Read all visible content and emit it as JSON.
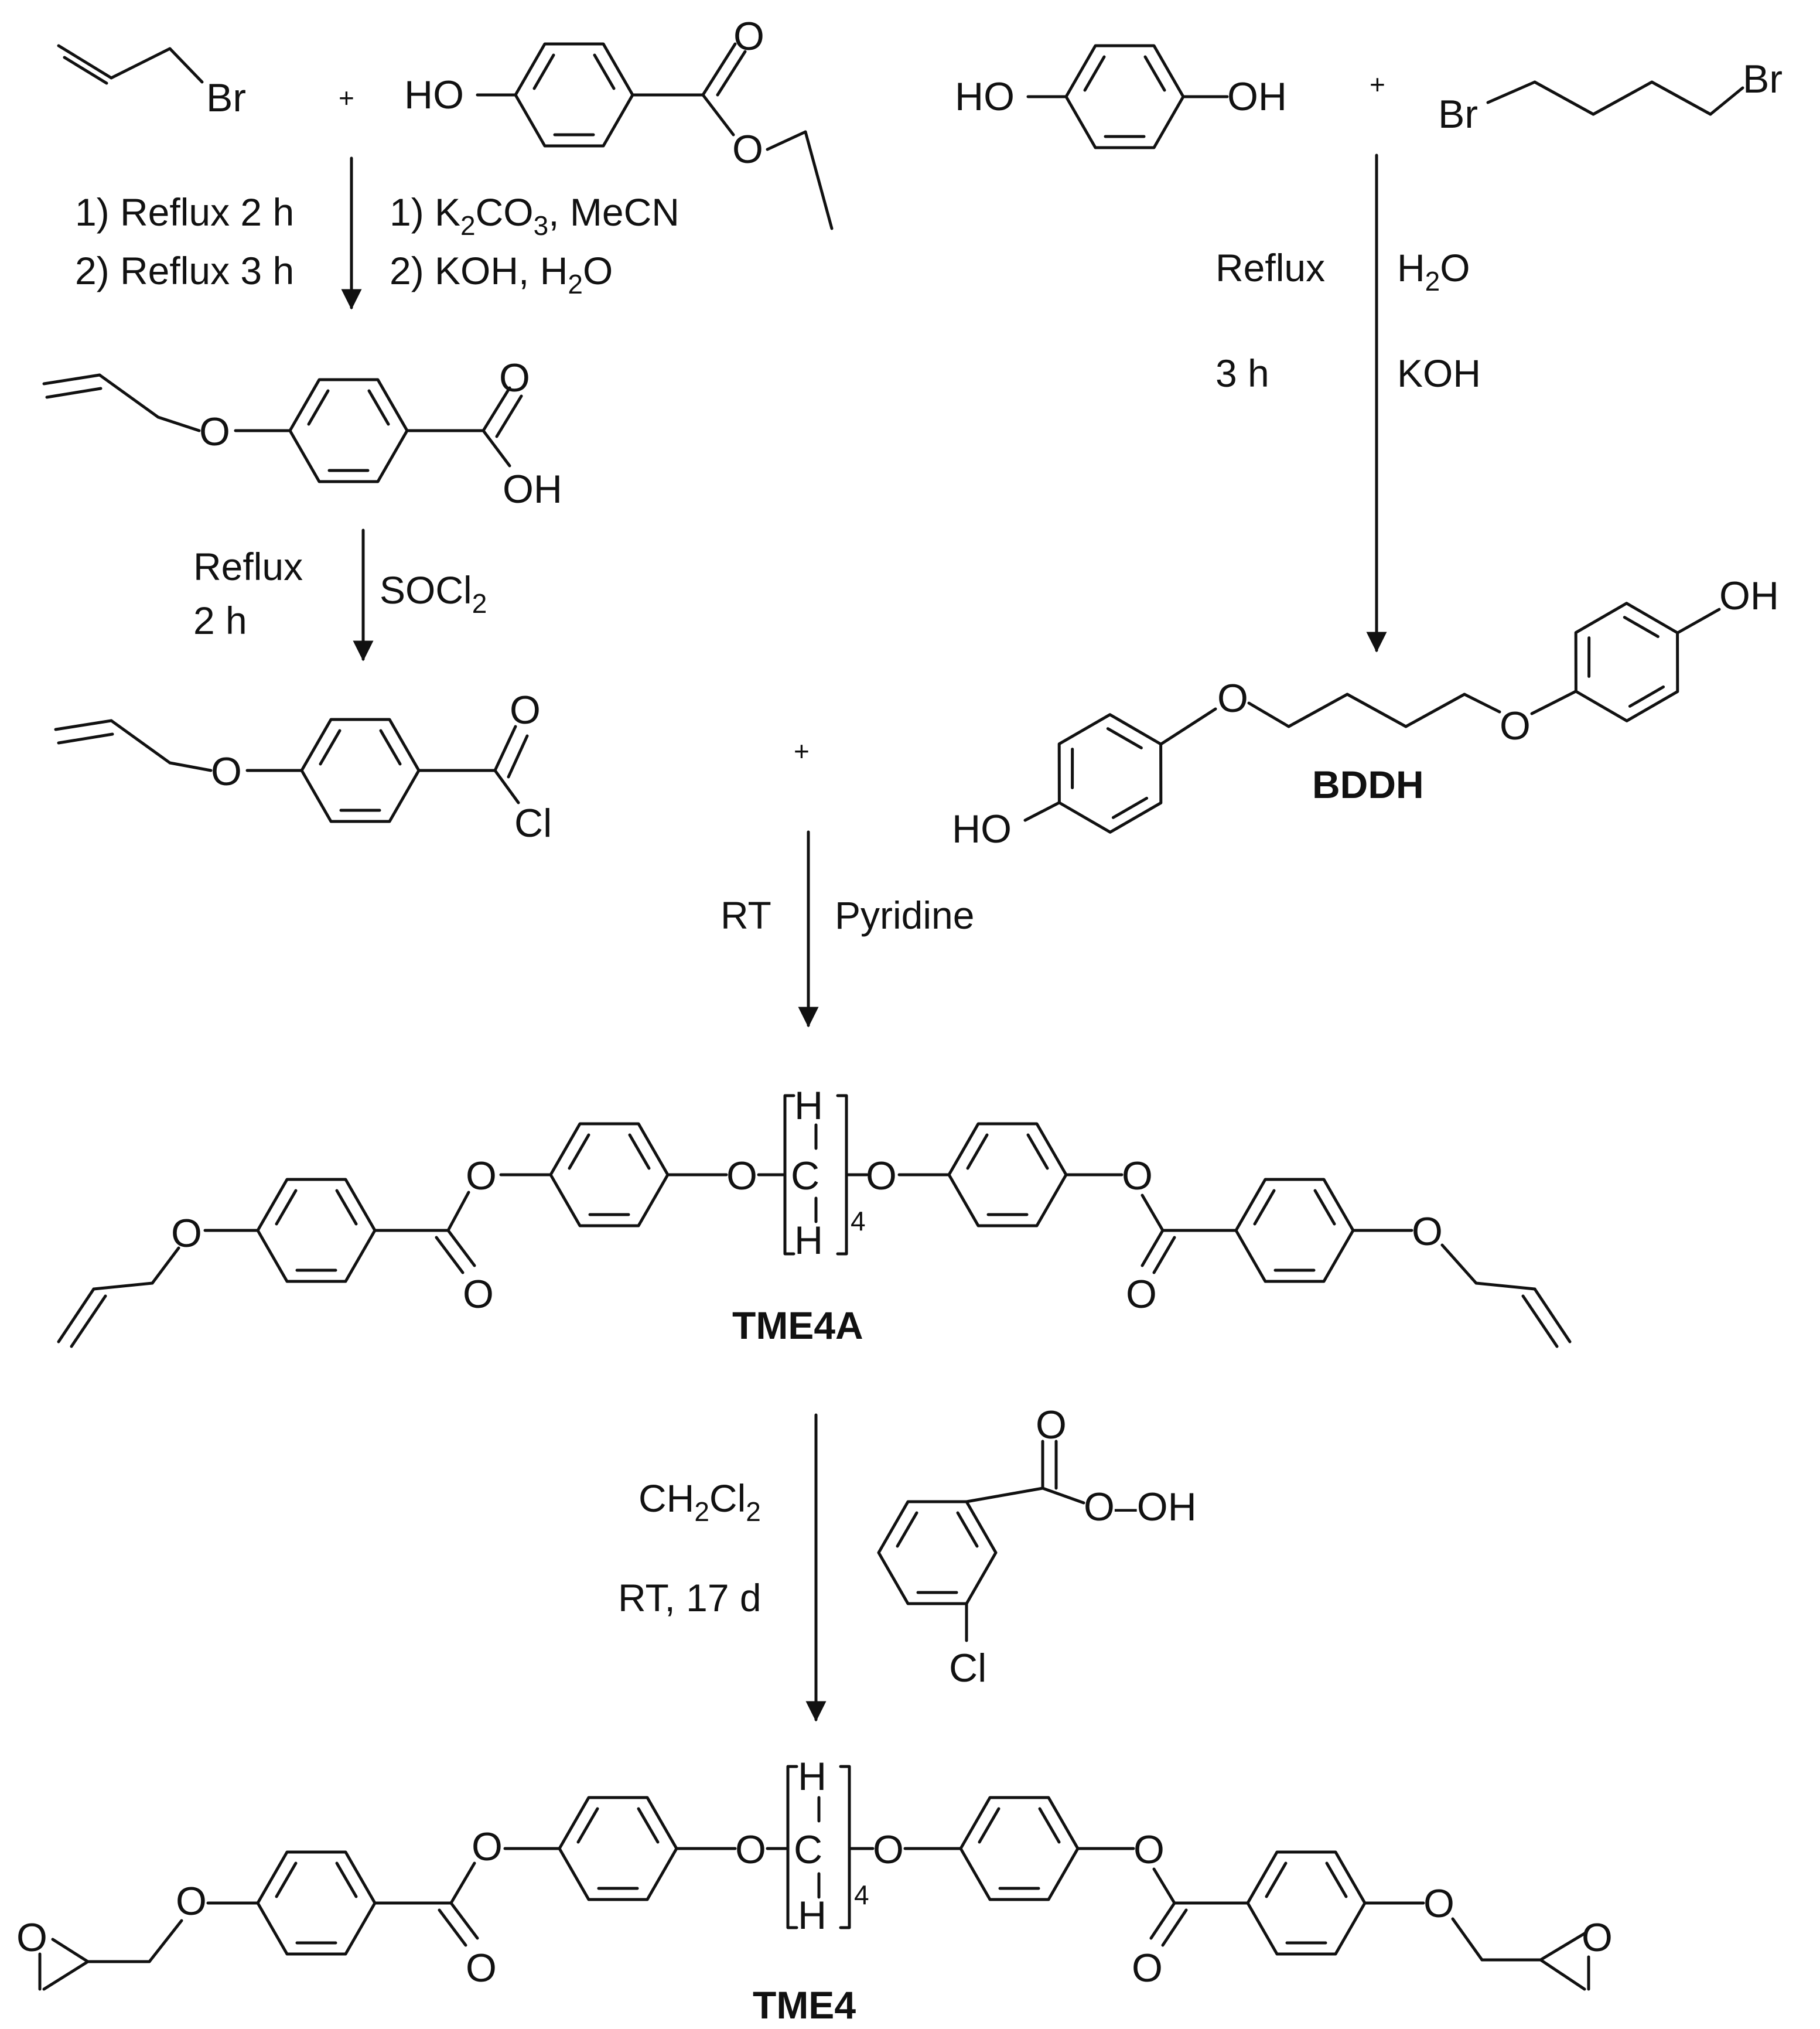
{
  "atoms": {
    "br": "Br",
    "ho": "HO",
    "oh": "OH",
    "o": "O",
    "cl": "Cl",
    "h": "H",
    "c": "C",
    "n4": "4"
  },
  "plus": "+",
  "step1": {
    "left_1": "1) Reflux 2 h",
    "left_2": "2) Reflux 3 h",
    "right_1a": "1) K",
    "right_1b": "2",
    "right_1c": "CO",
    "right_1d": "3",
    "right_1e": ", MeCN",
    "right_2a": "2) KOH, H",
    "right_2b": "2",
    "right_2c": "O"
  },
  "step2": {
    "left_1": "Reflux",
    "left_2": "2 h",
    "right_a": "SOCl",
    "right_b": "2"
  },
  "step3": {
    "left_1": "Reflux",
    "left_2": "3 h",
    "right_1a": "H",
    "right_1b": "2",
    "right_1c": "O",
    "right_2": "KOH"
  },
  "step4": {
    "left": "RT",
    "right": "Pyridine"
  },
  "step5": {
    "left_1a": "CH",
    "left_1b": "2",
    "left_1c": "Cl",
    "left_1d": "2",
    "left_2": "RT, 17 d",
    "reagent_peroxy": "O–OH"
  },
  "compounds": {
    "bddh": "BDDH",
    "tme4a": "TME4A",
    "tme4": "TME4"
  }
}
